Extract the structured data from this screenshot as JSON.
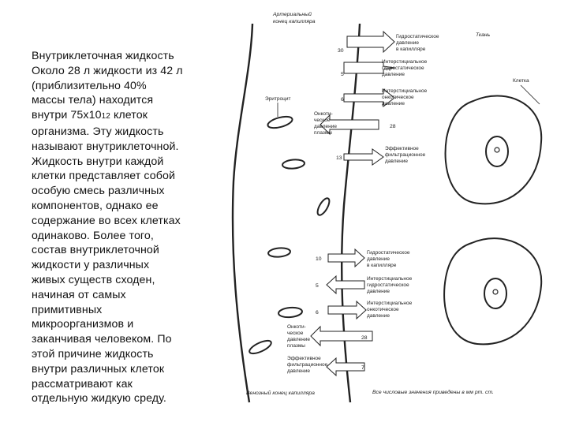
{
  "text_block": {
    "lines": [
      "Внутриклеточная жидкость",
      "Около 28 л жидкости из 42 л",
      "(приблизительно 40%",
      "массы тела) находится",
      "внутри 75х10",
      "организма. Эту жидкость",
      "называют внутриклеточной.",
      "Жидкость внутри каждой",
      "клетки представляет собой",
      "особую смесь различных",
      "компонентов, однако ее",
      "содержание во всех клетках",
      "одинаково. Более того,",
      "состав внутриклеточной",
      "жидкости у различных",
      "живых существ сходен,",
      "начиная от самых",
      "примитивных",
      "микроорганизмов и",
      "заканчивая человеком. По",
      "этой причине жидкость",
      "внутри различных клеток",
      "рассматривают как",
      "отдельную жидкую среду."
    ],
    "exponent": "12",
    "line5_tail": " клеток"
  },
  "diagram": {
    "arterial_end": [
      "Артериальный",
      "конец капилляра"
    ],
    "venous_end": "Венозный конец капилляра",
    "tissue": "Ткань",
    "cell": "Клетка",
    "erythrocyte": "Эритроцит",
    "footnote": "Все числовые значения приведены в мм рт. ст.",
    "top_forces": [
      {
        "value": "30",
        "label": [
          "Гидростатическое",
          "давление",
          "в капилляре"
        ]
      },
      {
        "value": "5",
        "label": [
          "Интерстициальное",
          "гидростатическое",
          "давление"
        ]
      },
      {
        "value": "6",
        "label": [
          "Интерстициальное",
          "онкотическое",
          "давление"
        ]
      }
    ],
    "top_oncotic": {
      "value": "28",
      "label": [
        "Онкоти-",
        "ческое",
        "давление",
        "плазмы"
      ]
    },
    "top_net": {
      "value": "13",
      "label": [
        "Эффективное",
        "фильтрационное",
        "давление"
      ]
    },
    "bottom_forces": [
      {
        "value": "10",
        "label": [
          "Гидростатическое",
          "давление",
          "в капилляре"
        ]
      },
      {
        "value": "5",
        "label": [
          "Интерстициальное",
          "гидростатическое",
          "давление"
        ]
      },
      {
        "value": "6",
        "label": [
          "Интерстициальное",
          "онкотическое",
          "давление"
        ]
      }
    ],
    "bottom_oncotic": {
      "value": "28",
      "label": [
        "Онкоти-",
        "ческое",
        "давление",
        "плазмы"
      ]
    },
    "bottom_net": {
      "value": "7",
      "label": [
        "Эффективное",
        "фильтрационное",
        "давление"
      ]
    }
  }
}
